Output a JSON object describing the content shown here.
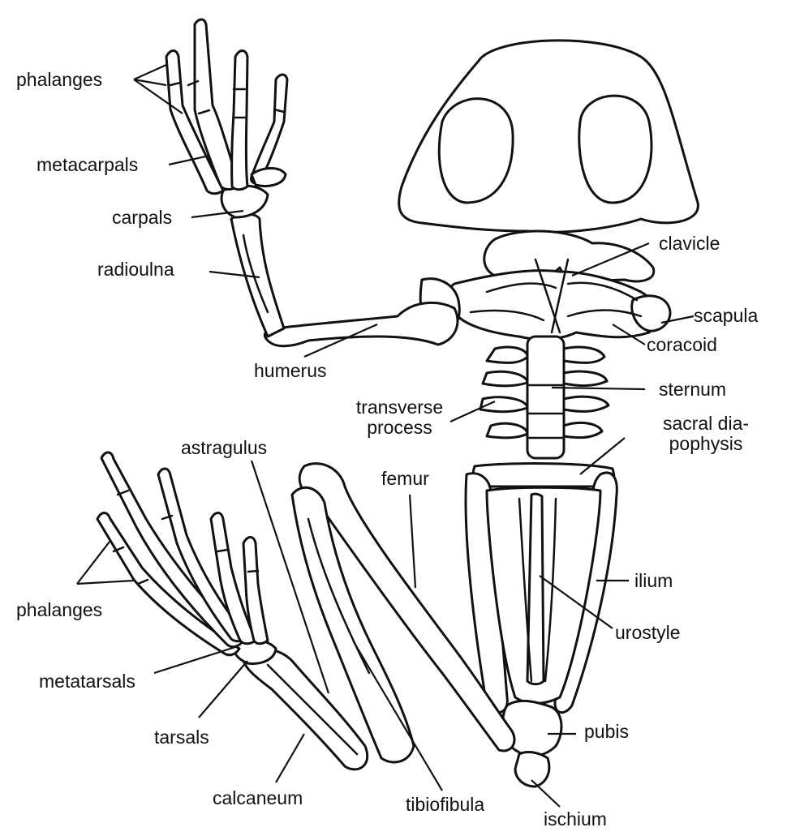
{
  "labels": {
    "phalanges_hand": "phalanges",
    "metacarpals": "metacarpals",
    "carpals": "carpals",
    "radioulna": "radioulna",
    "humerus": "humerus",
    "clavicle": "clavicle",
    "scapula": "scapula",
    "coracoid": "coracoid",
    "sternum": "sternum",
    "transverse_process_1": "transverse",
    "transverse_process_2": "process",
    "sacral_1": "sacral dia-",
    "sacral_2": "pophysis",
    "astragulus": "astragulus",
    "femur": "femur",
    "phalanges_foot": "phalanges",
    "metatarsals": "metatarsals",
    "tarsals": "tarsals",
    "calcaneum": "calcaneum",
    "tibiofibula": "tibiofibula",
    "ilium": "ilium",
    "urostyle": "urostyle",
    "pubis": "pubis",
    "ischium": "ischium"
  }
}
